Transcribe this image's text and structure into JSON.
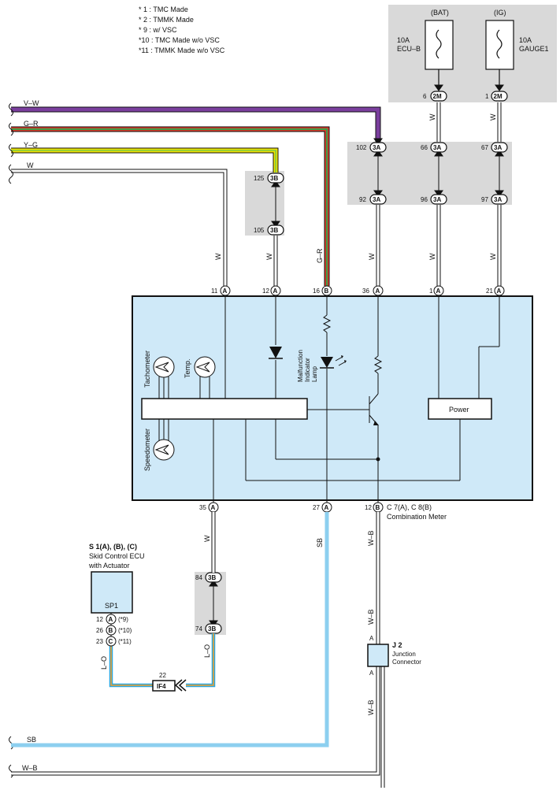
{
  "notes": [
    "* 1 : TMC Made",
    "* 2 : TMMK Made",
    "* 9 : w/ VSC",
    "*10 : TMC Made w/o VSC",
    "*11 : TMMK Made w/o VSC"
  ],
  "fuses": {
    "bat": {
      "supply": "(BAT)",
      "rating": "10A",
      "name": "ECU–B"
    },
    "ig": {
      "supply": "(IG)",
      "rating": "10A",
      "name": "GAUGE1"
    }
  },
  "left_wires": {
    "vw": "V–W",
    "gr": "G–R",
    "yg": "Y–G",
    "w": "W",
    "sb": "SB",
    "wb": "W–B"
  },
  "wire_colors": {
    "w": "W",
    "gr": "G–R",
    "sb": "SB",
    "wb": "W–B",
    "lo": "L–O"
  },
  "connectors": {
    "c2m": "2M",
    "c3a": "3A",
    "c3b": "3B",
    "ca": "A",
    "cb": "B",
    "cc": "C",
    "if4": "IF4"
  },
  "pins": {
    "p6": "6",
    "p1": "1",
    "p102": "102",
    "p66": "66",
    "p67": "67",
    "p92": "92",
    "p96": "96",
    "p97": "97",
    "p125": "125",
    "p105": "105",
    "m11": "11",
    "m12": "12",
    "m16": "16",
    "m36": "36",
    "m1": "1",
    "m21": "21",
    "m35": "35",
    "m27": "27",
    "m12b": "12",
    "p84": "84",
    "p74": "74",
    "s12": "12",
    "s26": "26",
    "s23": "23",
    "p22": "22"
  },
  "meter": {
    "title_a": "C 7(A), C 8(B)",
    "title_b": "Combination Meter",
    "tachometer": "Tachometer",
    "temp": "Temp.",
    "speedometer": "Speedometer",
    "mil_1": "Malfunction",
    "mil_2": "Indicator",
    "mil_3": "Lamp",
    "power": "Power"
  },
  "skid_ecu": {
    "title": "S 1(A), (B), (C)",
    "line2": "Skid Control ECU",
    "line3": "with Actuator",
    "sp1": "SP1",
    "n9": "(*9)",
    "n10": "(*10)",
    "n11": "(*11)"
  },
  "junction": {
    "id": "J 2",
    "line2": "Junction",
    "line3": "Connector",
    "pin_a": "A"
  },
  "colors": {
    "meter_fill": "#cfe9f8",
    "splice_fill": "#d9d9d9",
    "sb_wire": "#8ccfef",
    "vw_wire": "#7b3f9e",
    "gr_green": "#2aa84a",
    "gr_red": "#d83a2a",
    "yg_yellow": "#f2e200",
    "yg_green": "#7ac943",
    "lo_blue": "#2aa8e0",
    "lo_orange": "#f0a030"
  }
}
